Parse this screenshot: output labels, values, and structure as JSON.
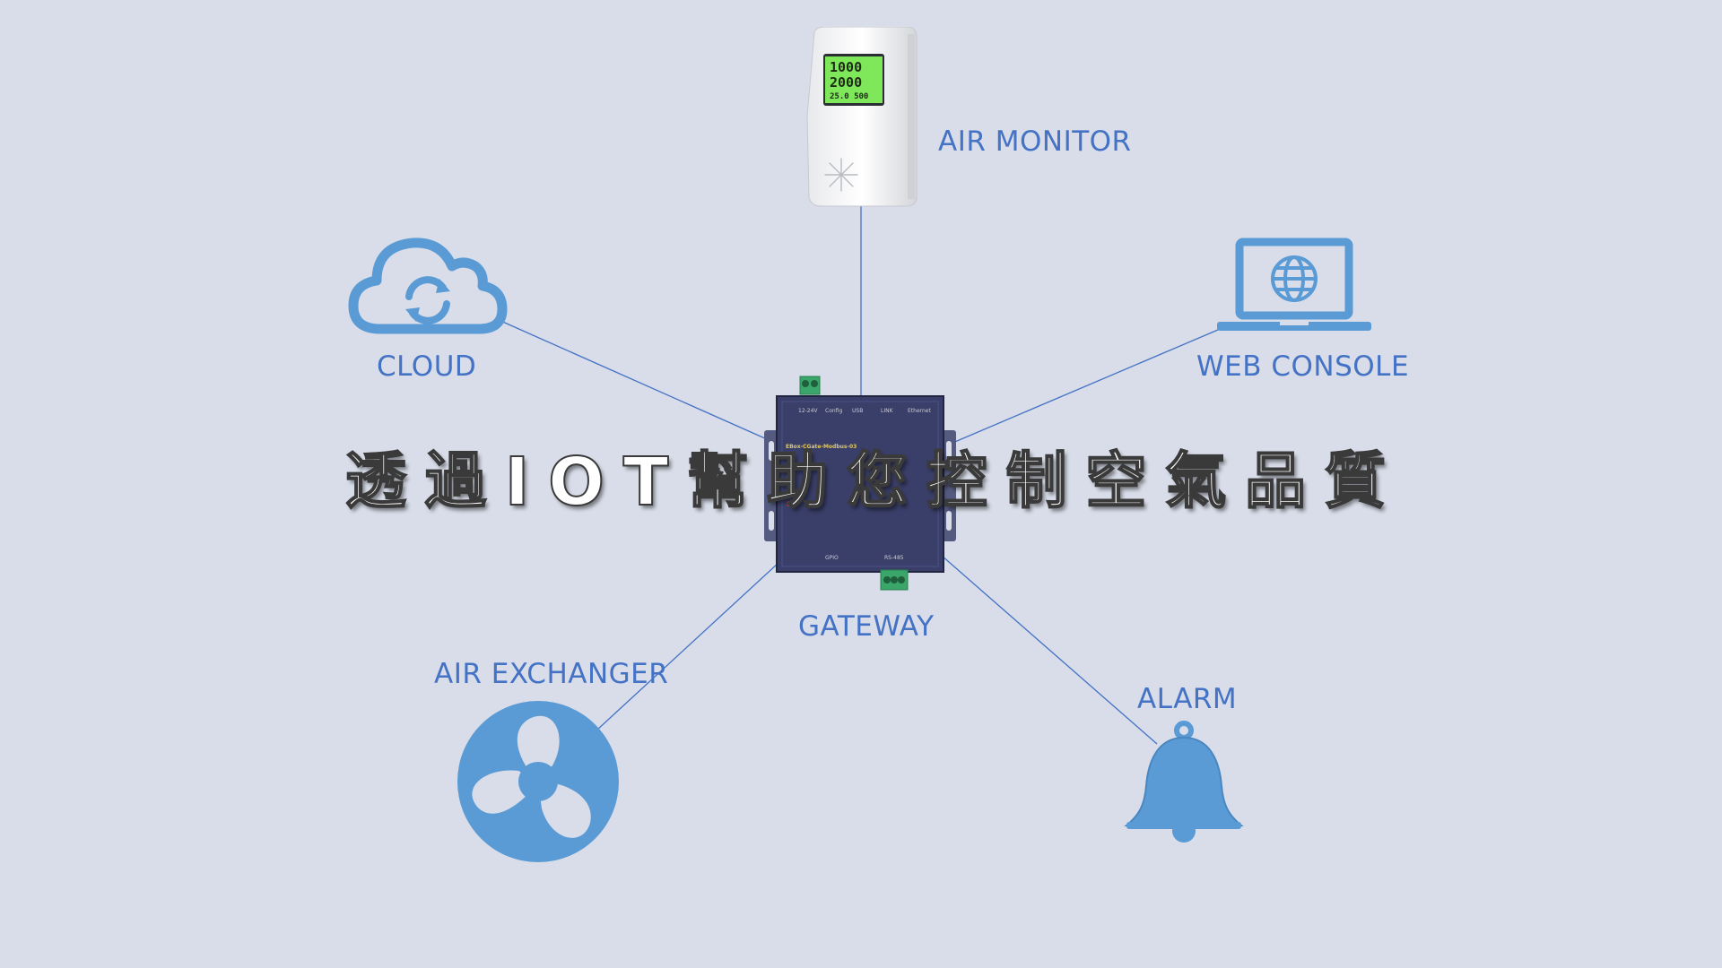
{
  "headline": {
    "chars": [
      "透",
      "過",
      "I",
      "O",
      "T",
      "幫",
      "助",
      "您",
      "控",
      "制",
      "空",
      "氣",
      "品",
      "質"
    ]
  },
  "nodes": {
    "air_monitor": {
      "label": "AIR MONITOR",
      "icon": "air-monitor-device-icon",
      "readings": [
        "1000",
        "2000",
        "25.0 500"
      ]
    },
    "cloud": {
      "label": "CLOUD",
      "icon": "cloud-sync-icon"
    },
    "web_console": {
      "label": "WEB CONSOLE",
      "icon": "laptop-globe-icon"
    },
    "gateway": {
      "label": "GATEWAY",
      "icon": "gateway-device-icon"
    },
    "air_exchanger": {
      "label": "AIR EXCHANGER",
      "icon": "fan-icon"
    },
    "alarm": {
      "label": "ALARM",
      "icon": "bell-icon"
    }
  },
  "colors": {
    "background": "#d8dde9",
    "accent": "#4472c4",
    "icon_fill": "#5b9bd5",
    "gateway_body": "#3a3f6a",
    "terminal_green": "#3aa66a",
    "lcd_green": "#7ee85a"
  }
}
